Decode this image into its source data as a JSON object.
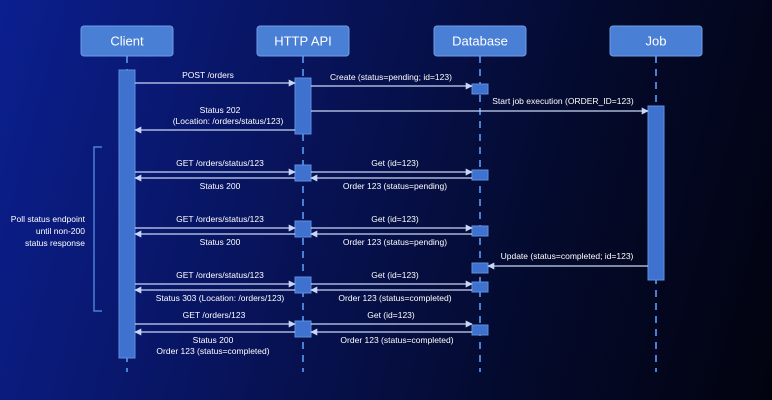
{
  "actors": {
    "client": "Client",
    "api": "HTTP API",
    "db": "Database",
    "job": "Job"
  },
  "messages": {
    "post_orders": "POST /orders",
    "create": "Create (status=pending; id=123)",
    "start_job": "Start job execution (ORDER_ID=123)",
    "status202_line1": "Status 202",
    "status202_line2": "(Location: /orders/status/123)",
    "poll1_get": "GET /orders/status/123",
    "poll1_dbget": "Get (id=123)",
    "poll1_status": "Status 200",
    "poll1_dbresp": "Order 123 (status=pending)",
    "poll2_get": "GET /orders/status/123",
    "poll2_dbget": "Get (id=123)",
    "poll2_status": "Status 200",
    "poll2_dbresp": "Order 123 (status=pending)",
    "update": "Update (status=completed; id=123)",
    "poll3_get": "GET /orders/status/123",
    "poll3_dbget": "Get (id=123)",
    "poll3_status": "Status 303 (Location: /orders/123)",
    "poll3_dbresp": "Order 123 (status=completed)",
    "final_get": "GET /orders/123",
    "final_dbget": "Get (id=123)",
    "final_status_line1": "Status 200",
    "final_status_line2": "Order 123 (status=completed)",
    "final_dbresp": "Order 123 (status=completed)"
  },
  "poll_note": {
    "line1": "Poll status endpoint",
    "line2": "until non-200",
    "line3": "status response"
  },
  "colors": {
    "actor": "#4a7fd6",
    "arrow": "#c9d6f5",
    "text": "#ffffff"
  }
}
